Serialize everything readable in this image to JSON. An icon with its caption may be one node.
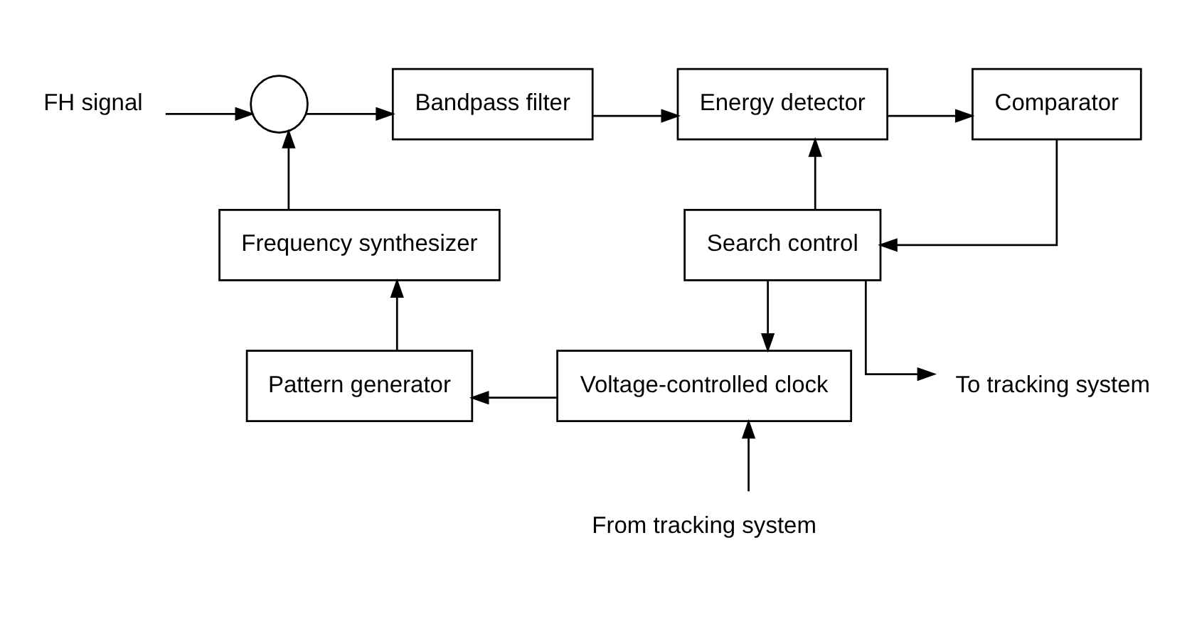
{
  "diagram": {
    "nodes": [
      {
        "text": [],
        "shape": "circle"
      },
      {
        "text": [
          "Bandpass filter"
        ]
      },
      {
        "text": [
          "Energy detector"
        ]
      },
      {
        "text": [
          "Comparator"
        ]
      },
      {
        "text": [
          "Frequency synthesizer"
        ]
      },
      {
        "text": [
          "Search control"
        ]
      },
      {
        "text": [
          "Pattern generator"
        ]
      },
      {
        "text": [
          "Voltage-controlled clock"
        ]
      },
      {
        "text": [
          "FH signal"
        ]
      },
      {
        "text": [
          "To tracking system"
        ]
      },
      {
        "text": [
          "From tracking system"
        ]
      }
    ],
    "edges": [
      {
        "from": 8,
        "to": 0,
        "arrow": "to"
      },
      {
        "from": 0,
        "to": 1,
        "arrow": "to"
      },
      {
        "from": 1,
        "to": 2,
        "arrow": "to"
      },
      {
        "from": 2,
        "to": 3,
        "arrow": "to"
      },
      {
        "from": 3,
        "to": 5,
        "arrow": "to"
      },
      {
        "from": 5,
        "to": 2,
        "arrow": "to"
      },
      {
        "from": 5,
        "to": 7,
        "arrow": "to"
      },
      {
        "from": 5,
        "to": 9,
        "arrow": "to"
      },
      {
        "from": 10,
        "to": 7,
        "arrow": "to"
      },
      {
        "from": 7,
        "to": 6,
        "arrow": "to"
      },
      {
        "from": 6,
        "to": 4,
        "arrow": "to"
      },
      {
        "from": 4,
        "to": 0,
        "arrow": "to"
      }
    ]
  }
}
